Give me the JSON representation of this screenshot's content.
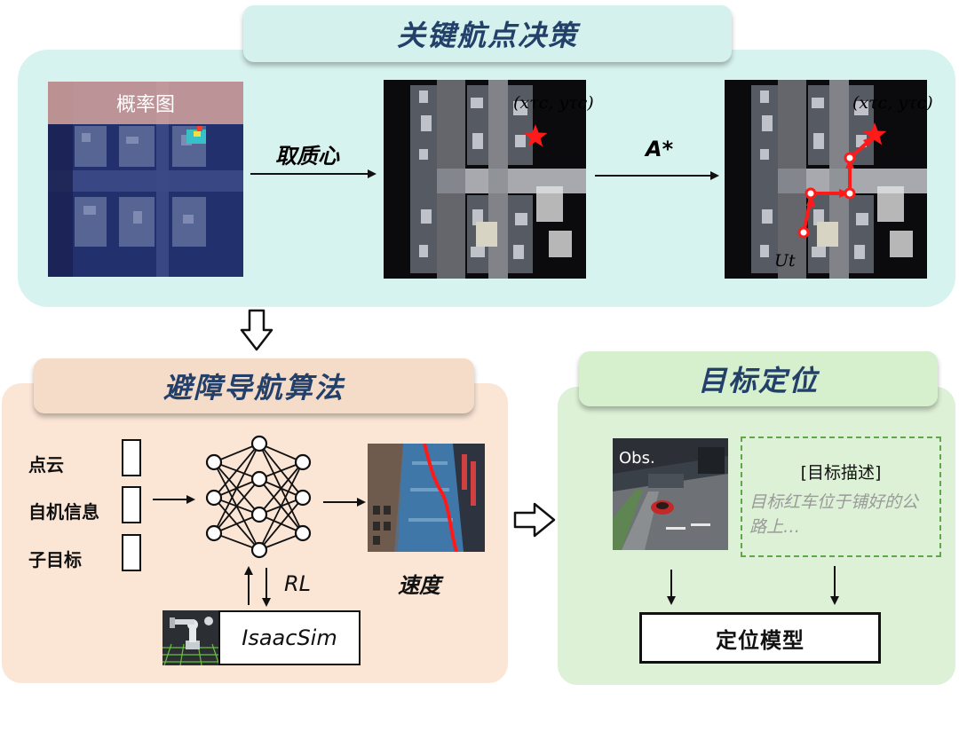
{
  "colors": {
    "panel_top": "#d7f3ef",
    "panel_bottom_left": "#fbe6d6",
    "panel_bottom_right": "#dcf1d5",
    "title_text": "#23406a",
    "coord_text": "#f2b90a",
    "path_red": "#ff1a1a"
  },
  "top": {
    "title": "关键航点决策",
    "prob_map_label": "概率图",
    "edge_centroid": "取质心",
    "edge_astar": "A*",
    "coord_label": "(xτc, yτc)",
    "start_label": "Ut"
  },
  "bottom_left": {
    "title": "避障导航算法",
    "inputs": [
      "点云",
      "自机信息",
      "子目标"
    ],
    "rl_label": "RL",
    "sim_label": "IsaacSim",
    "output_label": "速度"
  },
  "bottom_right": {
    "title": "目标定位",
    "obs_label": "Obs.",
    "desc_title": "[目标描述]",
    "desc_text": "目标红车位于铺好的公路上…",
    "model_label": "定位模型"
  },
  "icons": {
    "down_arrow": "hollow-down-arrow-icon",
    "right_arrow": "hollow-right-arrow-icon",
    "target": "red-star-icon",
    "robot": "robot-arm-icon"
  }
}
